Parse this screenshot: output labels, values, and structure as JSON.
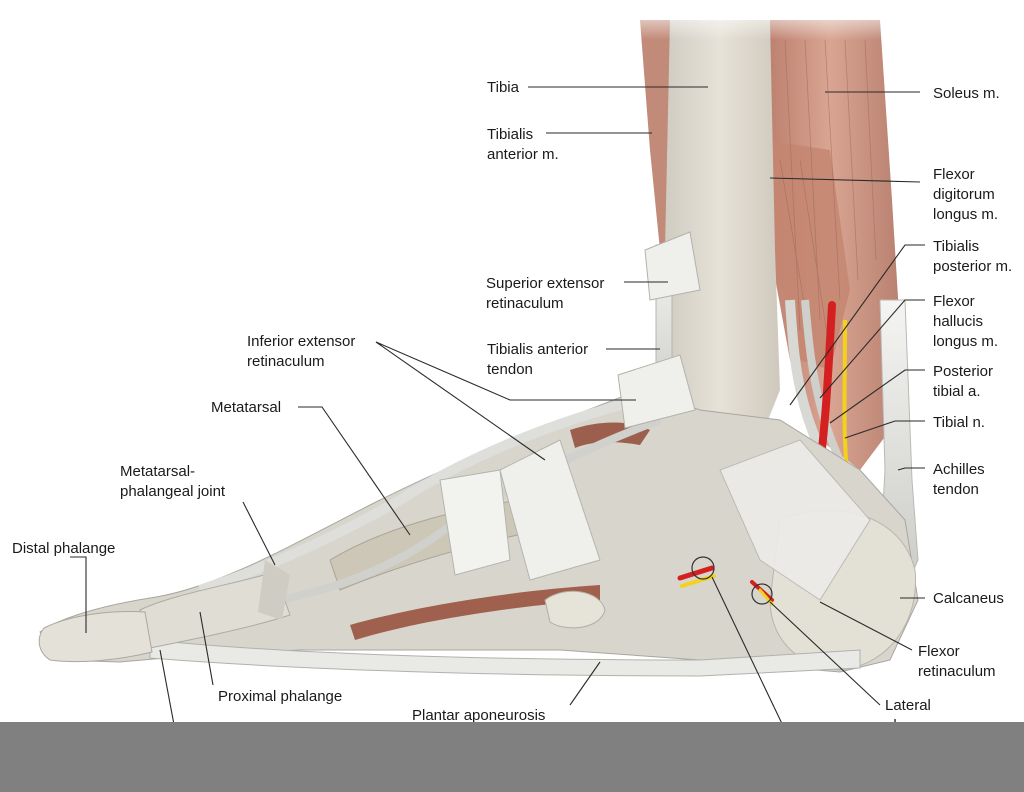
{
  "figure": {
    "colors": {
      "background": "#ffffff",
      "skin_bone": "#ddd9ce",
      "muscle": "#c98f7d",
      "ligament": "#eeeeea",
      "artery": "#d42020",
      "nerve": "#f2d21b",
      "bottom_bar": "#808080"
    },
    "labels": {
      "tibia": "Tibia",
      "tibialis_anterior_m": [
        "Tibialis",
        "anterior m."
      ],
      "superior_extensor_retinaculum": [
        "Superior extensor",
        "retinaculum"
      ],
      "tibialis_anterior_tendon": [
        "Tibialis anterior",
        "tendon"
      ],
      "inferior_extensor_retinaculum": [
        "Inferior extensor",
        "retinaculum"
      ],
      "metatarsal": "Metatarsal",
      "metatarsal_phalangeal_joint": [
        "Metatarsal-",
        "phalangeal joint"
      ],
      "distal_phalange": "Distal phalange",
      "proximal_phalange": "Proximal phalange",
      "plantar_aponeurosis": "Plantar aponeurosis",
      "soleus_m": "Soleus m.",
      "flexor_digitorum_longus_m": [
        "Flexor",
        "digitorum",
        "longus m."
      ],
      "tibialis_posterior_m": [
        "Tibialis",
        "posterior m."
      ],
      "flexor_hallucis_longus_m": [
        "Flexor",
        "hallucis",
        "longus m."
      ],
      "posterior_tibial_a": [
        "Posterior",
        "tibial a."
      ],
      "tibial_n": "Tibial n.",
      "achilles_tendon": [
        "Achilles",
        "tendon"
      ],
      "calcaneus": "Calcaneus",
      "flexor_retinaculum": [
        "Flexor",
        "retinaculum"
      ],
      "lateral_plantar": [
        "Lateral",
        "plan"
      ]
    }
  }
}
